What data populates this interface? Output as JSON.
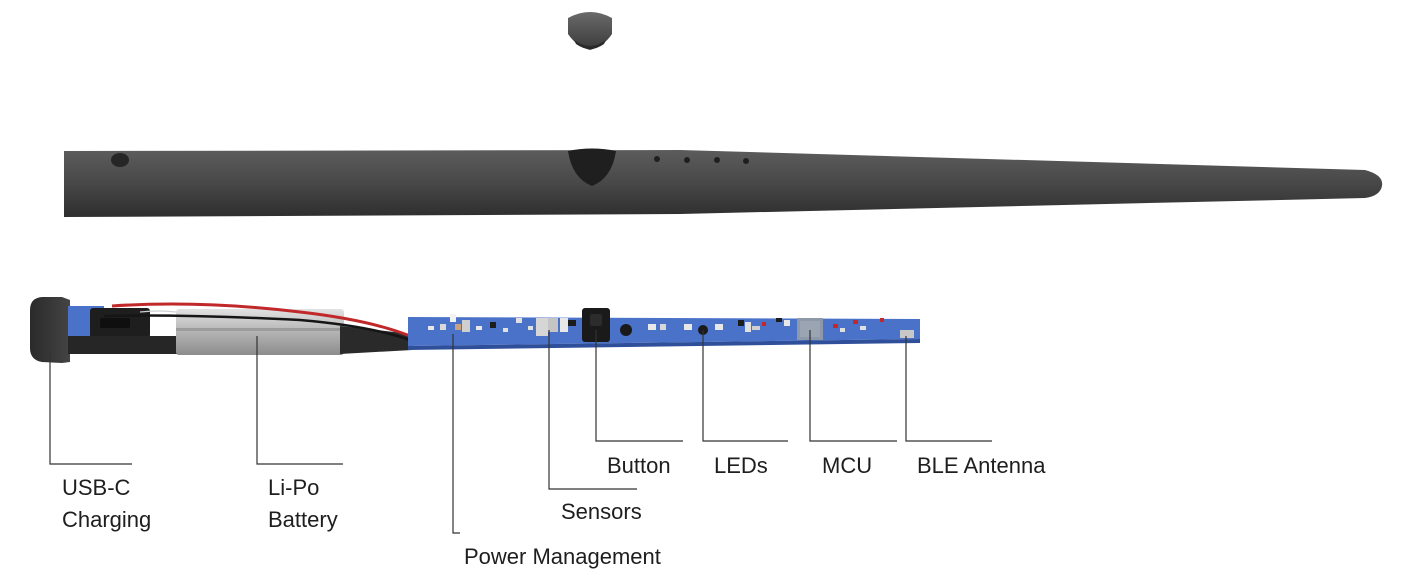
{
  "labels": {
    "usb_line1": "USB-C",
    "usb_line2": "Charging",
    "lipo_line1": "Li-Po",
    "lipo_line2": "Battery",
    "power": "Power Management",
    "sensors": "Sensors",
    "button": "Button",
    "leds": "LEDs",
    "mcu": "MCU",
    "ble": "BLE Antenna"
  },
  "colors": {
    "shell": "#4b4b4b",
    "shell_dark": "#2f2f2f",
    "pcb": "#4a72c8",
    "battery": "#b9b9b9",
    "wire_red": "#c0282a",
    "leader": "#333333"
  }
}
